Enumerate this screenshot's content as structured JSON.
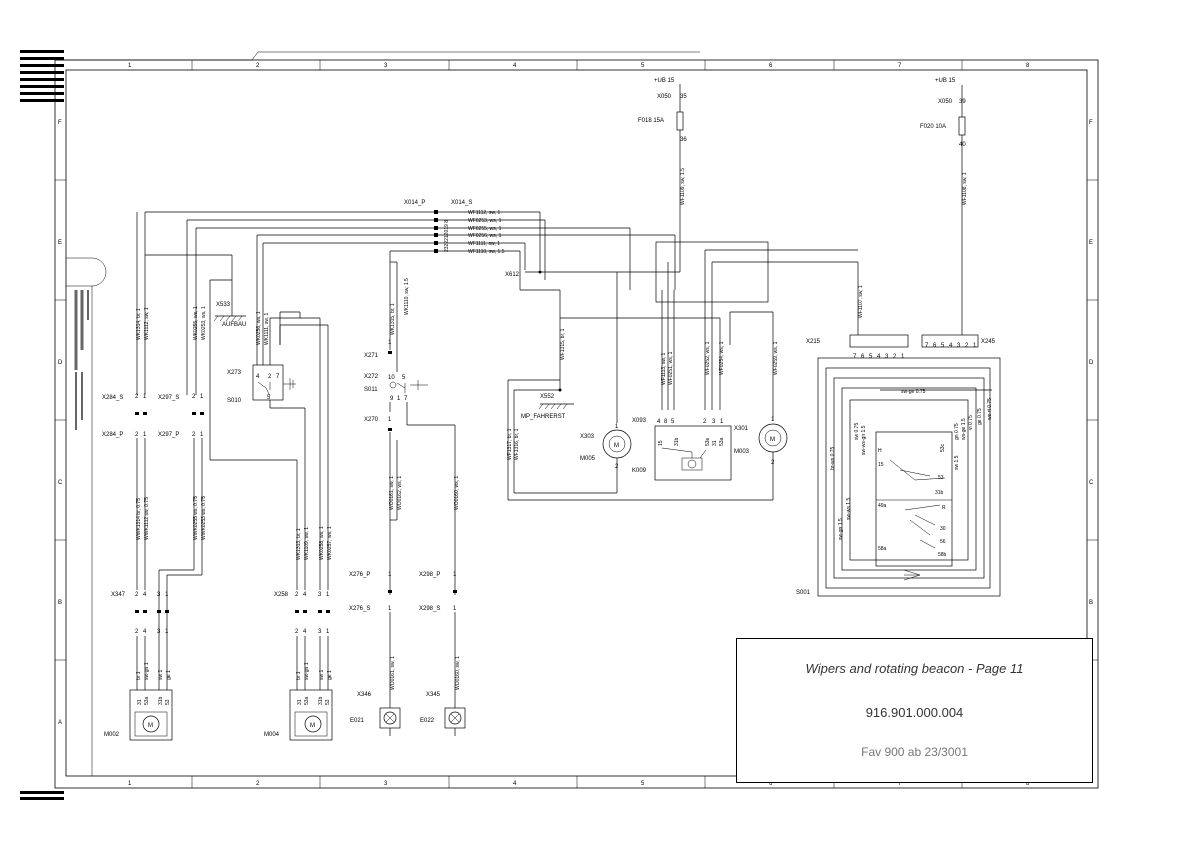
{
  "title_block": {
    "title": "Wipers and rotating beacon - Page 11",
    "number": "916.901.000.004",
    "model": "Fav 900 ab 23/3001"
  },
  "grid": {
    "columns": [
      "1",
      "2",
      "3",
      "4",
      "5",
      "6",
      "7",
      "8"
    ],
    "rows": [
      "F",
      "E",
      "D",
      "C",
      "B",
      "A"
    ]
  },
  "supply": {
    "left": {
      "voltage": "+UB 15",
      "connector": "X050",
      "pin_in": "35",
      "pin_out": "36",
      "fuse": "F018 15A",
      "wire": "WF1109, sw, 1.5"
    },
    "right": {
      "voltage": "+UB 15",
      "connector": "X050",
      "pin_in": "39",
      "pin_out": "40",
      "fuse": "F020 10A",
      "wire": "WF1108, sw, 1"
    }
  },
  "trunk": {
    "connector_p": "X014_P",
    "connector_s": "X014_S",
    "pins_p": [
      "23",
      "22",
      "21",
      "20",
      "19",
      "8"
    ],
    "wires": [
      "WF1112, sw, 1",
      "WF0253, ws, 1",
      "WF0255, ws, 1",
      "WF0256, ws, 1",
      "WF1111, sw, 1",
      "WF1110, sw, 1.5"
    ]
  },
  "connectors": {
    "x612": "X612",
    "x533": "X533",
    "aufbau": "AUFBAU",
    "x552": "X552",
    "mp_fahrerst": "MP_FAHRERST",
    "x215": "X215",
    "x245": "X245",
    "x284_s": "X284_S",
    "x284_p": "X284_P",
    "x297_s": "X297_S",
    "x297_p": "X297_P",
    "x273": "X273",
    "x271": "X271",
    "x272": "X272",
    "x270": "X270",
    "x093": "X093",
    "x303": "X303",
    "x301": "X301",
    "x347": "X347",
    "x258": "X258",
    "x276_p": "X276_P",
    "x276_s": "X276_S",
    "x298_p": "X298_P",
    "x298_s": "X298_S",
    "x346": "X346",
    "x345": "X345"
  },
  "components": {
    "s010": "S010",
    "s011": "S011",
    "m005": "M005",
    "k009": "K009",
    "m003": "M003",
    "m002": "M002",
    "m004": "M004",
    "e021": "E021",
    "e022": "E022",
    "s001": "S001"
  },
  "wires": {
    "col1_top": "WK1314, br, 1",
    "col1_top2": "WK1112, sw, 1",
    "col1_bot": "WWK1314 br, 0.75",
    "col1_bot2": "WWK1112 sw, 0.75",
    "col2_top": "WK0255, ws, 1",
    "col2_top2": "WK0253, ws, 1",
    "col2_bot": "WWK0255 ws, 0.75",
    "col2_bot2": "WWK0253 ws, 0.75",
    "s010_top": "WK0256, ws, 1",
    "s010_top2": "WK1111, sw, 1",
    "s011_top": "WK1315, br, 1",
    "s011_top2": "WK1110, sw, 1.5",
    "s011_bot": "WO0161, sw, 1",
    "s011_bot2": "WO0162, ws, 1",
    "col3_bot": "WO0160, ws, 1",
    "m004_a": "WK1313, br, 1",
    "m004_b": "WK1109, sw, 1",
    "m004_c": "WK0258, ws, 1",
    "m004_d": "WK0257, ws, 1",
    "e021_w": "WO0161, sw, 1",
    "e022_w": "WO0160, sw, 1",
    "m005_a": "WF1317, br, 1",
    "m005_b": "WF1316, br, 1",
    "x552_w": "WF1315, br, 1",
    "k009_a": "WF1113, sw, 1",
    "k009_b": "WF0251, ws, 1",
    "k009_c": "WF0252, ws, 1",
    "k009_d": "WF0254, ws, 1",
    "m003_w": "WF0259, ws, 1",
    "s001_w": "WF1107, sw, 1"
  },
  "pins": {
    "x284": [
      "2",
      "1"
    ],
    "x297": [
      "2",
      "1"
    ],
    "x273": [
      "4",
      "2",
      "7"
    ],
    "x273_b": "5",
    "x272_top": [
      "10",
      "5"
    ],
    "x272_bot": [
      "9",
      "1",
      "7"
    ],
    "x271": "1",
    "x270": "1",
    "x093": [
      "4",
      "8",
      "5",
      "2",
      "3",
      "1"
    ],
    "k009_terms": [
      "15",
      "31b",
      "53e",
      "31",
      "53a"
    ],
    "motor_m005": [
      "1",
      "2"
    ],
    "motor_m003": [
      "1",
      "2"
    ],
    "x347": [
      "2",
      "4",
      "3",
      "1"
    ],
    "x258": [
      "2",
      "4",
      "3",
      "1"
    ],
    "x276": "1",
    "x298": "1",
    "m002_terms": [
      "31",
      "53a",
      "31b",
      "53"
    ],
    "m002_wires": [
      "br 1",
      "sw-gn 1",
      "sw 1",
      "ge 1"
    ],
    "m004_terms": [
      "31",
      "53a",
      "31b",
      "53"
    ],
    "m004_wires": [
      "br 1",
      "sw-gn 1",
      "sw 1",
      "ge 1"
    ],
    "x215": [
      "7",
      "6",
      "5",
      "4",
      "3",
      "2",
      "1"
    ],
    "x245": [
      "7",
      "6",
      "5",
      "4",
      "3",
      "2",
      "1"
    ],
    "s001_wires": [
      "sw-ge 0.75",
      "br-ws 0.75",
      "sw 0.75",
      "sw-ws-gn 1.5",
      "sw-ws 1.5",
      "sw-gn 1.5",
      "gn 0.75",
      "ws-ge 1.5",
      "vi 0.75",
      "ge 0.75",
      "ws-rt 0.75",
      "sw 1.5"
    ],
    "s001_terms": [
      "H",
      "53c",
      "15",
      "53",
      "31b",
      "49a",
      "R",
      "30",
      "56",
      "58a",
      "58b"
    ]
  }
}
